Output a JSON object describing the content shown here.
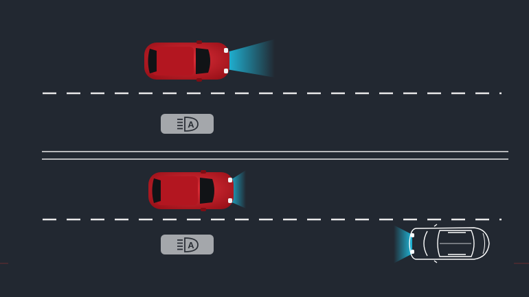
{
  "scene": {
    "background": "#222831",
    "lane_marking_color": "#e9e9e9",
    "center_line_color": "#b8b9bb",
    "beam_color": "#1fb6d8",
    "badge_color": "#a4a7ab",
    "badge_glyph_color": "#2a2f36",
    "badge_letter": "A"
  },
  "vehicles": [
    {
      "id": "car-top",
      "type": "hatchback",
      "color": "#c8202b",
      "heading": "right",
      "headlights": "high-beam"
    },
    {
      "id": "car-middle",
      "type": "hatchback",
      "color": "#c8202b",
      "heading": "right",
      "headlights": "low-beam"
    },
    {
      "id": "car-oncoming",
      "type": "sedan-outline",
      "color": "#ffffff",
      "heading": "left",
      "headlights": "on"
    }
  ],
  "badges": [
    {
      "id": "auto-high-beam-badge-top",
      "icon": "auto-high-beam-icon"
    },
    {
      "id": "auto-high-beam-badge-bottom",
      "icon": "auto-high-beam-icon"
    }
  ]
}
